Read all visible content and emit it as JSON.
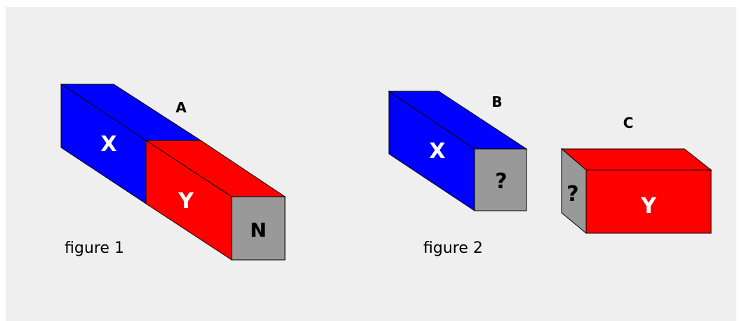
{
  "colors": {
    "background": "#efefef",
    "blue": "#0000ff",
    "red": "#ff0000",
    "gray": "#999999",
    "outline": "#000000",
    "label_light": "#ffffff",
    "label_dark": "#000000"
  },
  "figure1": {
    "magnet_label": "A",
    "left_pole": "X",
    "right_pole": "Y",
    "end_face": "N",
    "caption": "figure 1"
  },
  "figure2": {
    "piece_b_label": "B",
    "piece_b_pole": "X",
    "piece_b_end": "?",
    "piece_c_label": "C",
    "piece_c_end": "?",
    "piece_c_pole": "Y",
    "caption": "figure 2"
  }
}
